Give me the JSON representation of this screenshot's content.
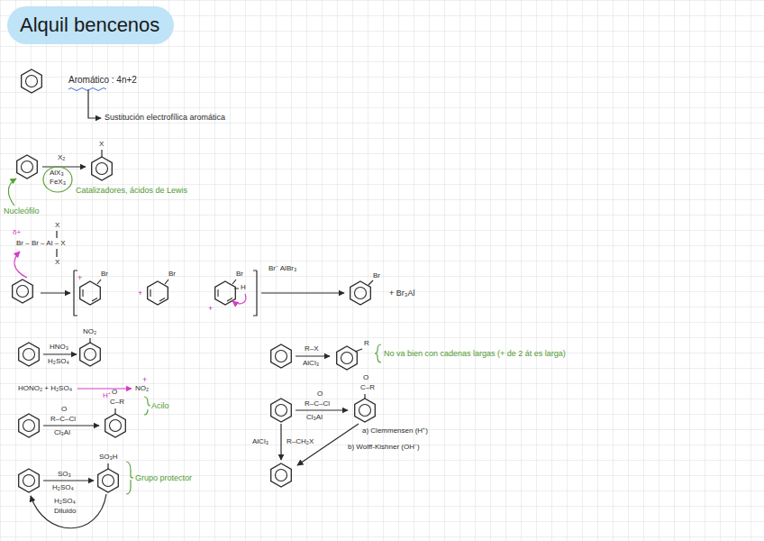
{
  "diagram": {
    "title": "Alquil bencenos",
    "labels": [
      "Aromático : 4n+2",
      "Sustitución electrofílica aromática",
      "X₂",
      "AlX₃",
      "FeX₃",
      "X",
      "Catalizadores, ácidos de Lewis",
      "Nucleófilo",
      "δ+",
      "Br – Br – Al – X",
      "X",
      "X",
      "+",
      "Br",
      "+",
      "Br",
      "+",
      "Br",
      "H",
      "Br⁻ AlBr₃",
      "Br",
      "+ Br₃Al",
      "HNO₃",
      "H₂SO₄",
      "NO₂",
      "HONO₂ + H₂SO₄",
      "H⁺",
      "NO₂",
      "+",
      "O",
      "R–C–Cl",
      "Cl₃Al",
      "O",
      "C–R",
      "Acilo",
      "SO₃",
      "H₂SO₄",
      "SO₃H",
      "H₂SO₄",
      "Diluido",
      "Grupo protector",
      "R–X",
      "AlCl₃",
      "R",
      "No va bien con cadenas largas (+ de 2 át es larga)",
      "O",
      "R–C–Cl",
      "Cl₃Al",
      "O",
      "C–R",
      "a) Clemmensen (H⁺)",
      "b) Wolff-Kishner (OH⁻)",
      "AlCl₃",
      "R–CH₂X"
    ]
  }
}
